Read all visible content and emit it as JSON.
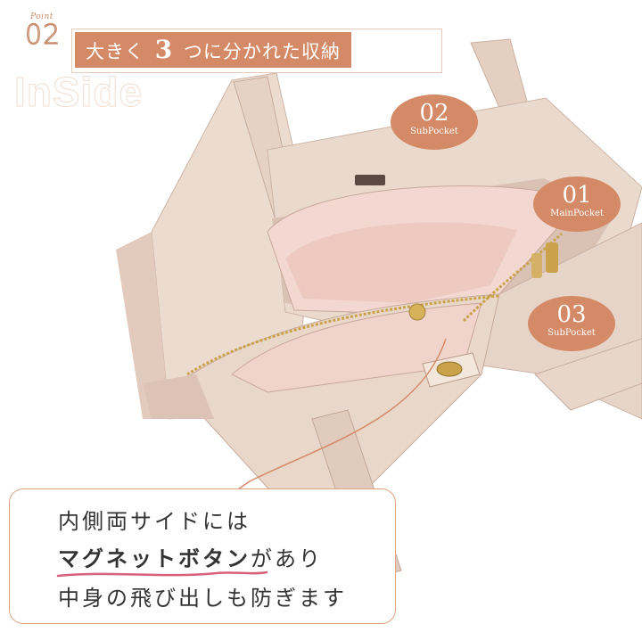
{
  "point": {
    "label": "Point",
    "number": "02"
  },
  "title": {
    "pre": "大きく",
    "num": "3",
    "post": "つに分かれた収納"
  },
  "inside_word": "InSide",
  "pockets": [
    {
      "num": "02",
      "name": "SubPocket"
    },
    {
      "num": "01",
      "name": "MainPocket"
    },
    {
      "num": "03",
      "name": "SubPocket"
    }
  ],
  "callout": {
    "line1": "内側両サイドには",
    "line2_highlight": "マグネットボタン",
    "line2_rest": "があり",
    "line3": "中身の飛び出しも防ぎます"
  },
  "colors": {
    "accent": "#d48a66",
    "bag_light": "#ecdcd0",
    "bag_mid": "#d9c2b3",
    "bag_shadow": "#b9a093",
    "lining": "#f2d8d0",
    "gold": "#c9a24a",
    "highlight_underline": "#d9607c"
  }
}
